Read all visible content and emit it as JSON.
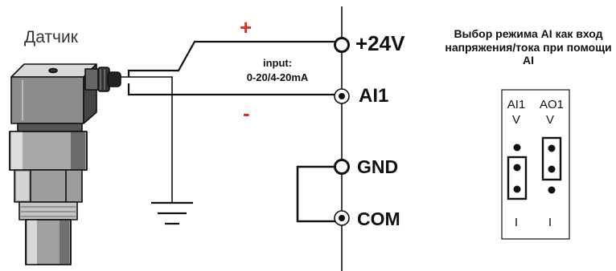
{
  "labels": {
    "sensor": "Датчик",
    "plus": "+",
    "minus": "-",
    "input": "input:",
    "range": "0-20/4-20mA"
  },
  "terminals": {
    "v24": "+24V",
    "ai1": "AI1",
    "gnd": "GND",
    "com": "COM"
  },
  "jumper_panel": {
    "title": "Выбор режима  AI как вход напряжения/тока при помощи AI",
    "col1_name": "AI1",
    "col2_name": "AO1",
    "top_letter_1": "V",
    "top_letter_2": "V",
    "bottom_letter_1": "I",
    "bottom_letter_2": "I"
  },
  "colors": {
    "line": "#111111",
    "polarity": "#e03020"
  }
}
